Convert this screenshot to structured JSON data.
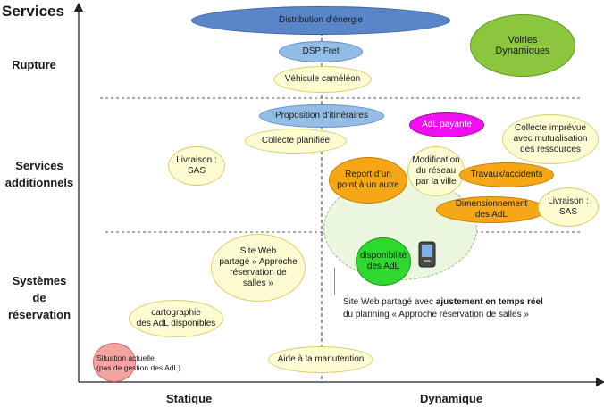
{
  "axis": {
    "y_title": "Services",
    "x_static": "Statique",
    "x_dynamic": "Dynamique",
    "rows": {
      "rupture": "Rupture",
      "additionnels": "Services\nadditionnels",
      "reservation": "Systèmes\nde\nréservation"
    }
  },
  "bubbles": {
    "distribution": "Distribution d’énergie",
    "voiries": "Voiries\nDynamiques",
    "dsp_fret": "DSP Fret",
    "vehicule": "Véhicule caméléon",
    "proposition": "Proposition d’itinéraires",
    "adl_payante": "AdL payante",
    "collecte_imprevue": "Collecte imprévue\navec mutualisation\ndes ressources",
    "collecte_planifiee": "Collecte planifiée",
    "livraison_sas_left": "Livraison :\nSAS",
    "report": "Report d’un\npoint à un autre",
    "modification": "Modification\ndu réseau\npar la ville",
    "travaux": "Travaux/accidents",
    "dimensionnement": "Dimensionnement\ndes AdL",
    "livraison_sas_right": "Livraison :\nSAS",
    "site_web": "Site Web\npartagé « Approche\nréservation de\nsalles »",
    "disponibilite": "disponibilité\ndes AdL",
    "cartographie": "cartographie\ndes AdL disponibles",
    "aide": "Aide à la manutention",
    "situation": "Situation actuelle\n(pas de gestion des AdL)"
  },
  "note": {
    "prefix": "Site Web partagé avec ",
    "bold": "ajustement en temps réel",
    "line2": "du planning « Approche réservation de salles »"
  }
}
